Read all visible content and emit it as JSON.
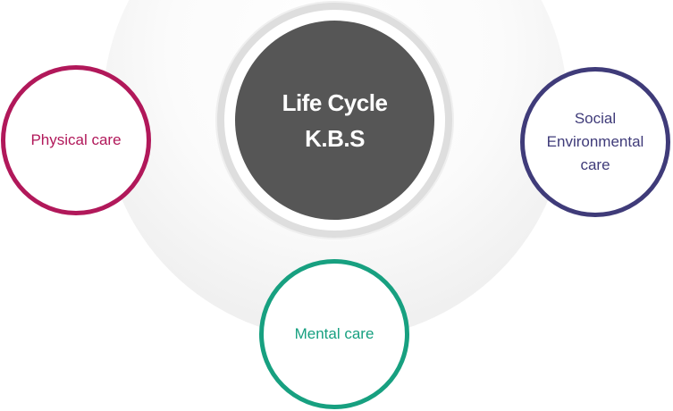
{
  "center": {
    "line1": "Life Cycle",
    "line2": "K.B.S"
  },
  "nodes": {
    "physical": {
      "label": "Physical care"
    },
    "social": {
      "line1": "Social",
      "line2": "Environmental",
      "line3": "care"
    },
    "mental": {
      "label": "Mental care"
    }
  },
  "colors": {
    "center_fill": "#565656",
    "center_ring": "#dedede",
    "physical": "#b1185a",
    "social": "#3f3b79",
    "mental": "#17a080",
    "backdrop": "#f0f0f0"
  }
}
